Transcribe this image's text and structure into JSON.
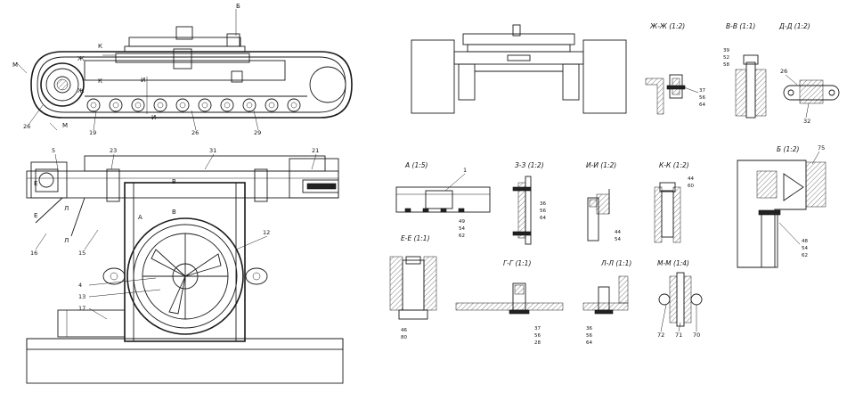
{
  "titles": {
    "zh": "Ж-Ж (1:2)",
    "vv": "В-В (1:1)",
    "dd": "Д-Д (1:2)",
    "a": "А (1:5)",
    "zz": "З-З (1:2)",
    "ii": "И-И (1:2)",
    "kk": "К-К (1:2)",
    "b": "Б (1:2)",
    "ee": "Е-Е (1:1)",
    "gg": "Г-Г (1:1)",
    "ll": "Л-Л (1:1)",
    "mm": "М-М (1:4)"
  },
  "letters": {
    "b": "Б",
    "k": "К",
    "zh": "Ж",
    "i": "И",
    "m": "М",
    "v": "В",
    "a": "А",
    "e": "Е",
    "l": "Л"
  },
  "callouts": {
    "n5": "5",
    "n23": "23",
    "n31": "31",
    "n21": "21",
    "n12": "12",
    "n16": "16",
    "n15": "15",
    "n4": "4",
    "n13": "13",
    "n17": "17",
    "n19": "19",
    "n26": "26",
    "n29": "29",
    "n26b": "26",
    "n32": "32",
    "n1": "1",
    "n75": "75",
    "n72": "72",
    "n71": "71",
    "n70": "70"
  },
  "stacks": {
    "zh": [
      "37",
      "56",
      "64"
    ],
    "vv": [
      "39",
      "52",
      "58"
    ],
    "a": [
      "49",
      "54",
      "62"
    ],
    "zz": [
      "36",
      "56",
      "64"
    ],
    "ii": [
      "44",
      "54"
    ],
    "kk": [
      "44",
      "60"
    ],
    "b": [
      "48",
      "54",
      "62"
    ],
    "ee": [
      "46",
      "80"
    ],
    "gg": [
      "37",
      "56",
      "28"
    ],
    "ll": [
      "36",
      "56",
      "64"
    ]
  }
}
